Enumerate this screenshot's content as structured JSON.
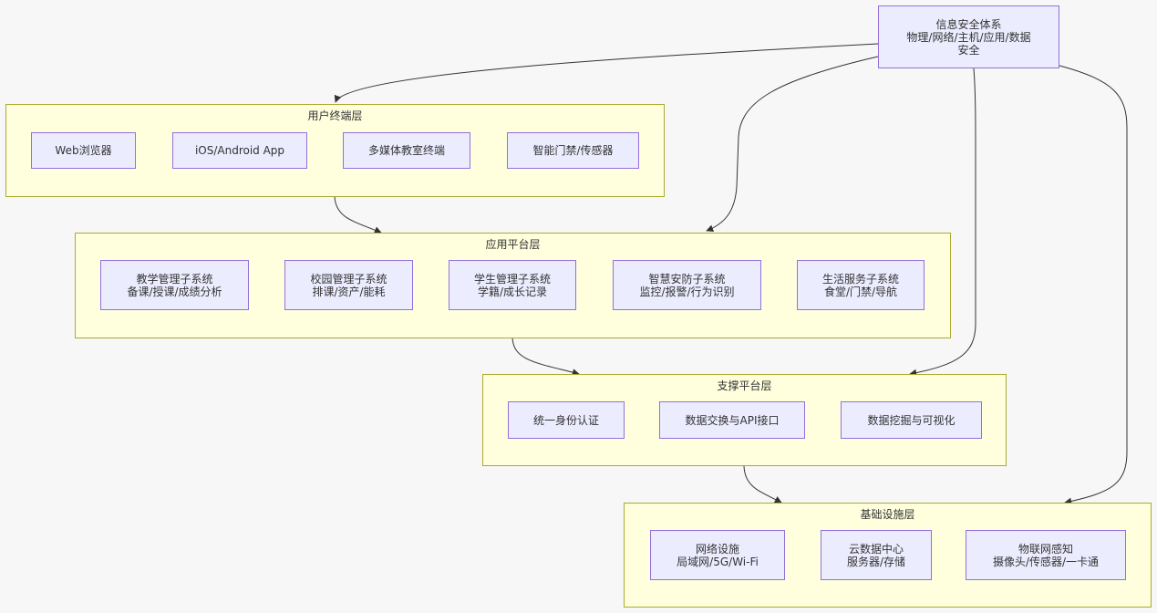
{
  "security": {
    "lines": [
      "信息安全体系",
      "物理/网络/主机/应用/数据",
      "安全"
    ]
  },
  "layers": {
    "user": {
      "title": "用户终端层",
      "nodes": [
        {
          "lines": [
            "Web浏览器"
          ]
        },
        {
          "lines": [
            "iOS/Android App"
          ]
        },
        {
          "lines": [
            "多媒体教室终端"
          ]
        },
        {
          "lines": [
            "智能门禁/传感器"
          ]
        }
      ]
    },
    "app": {
      "title": "应用平台层",
      "nodes": [
        {
          "lines": [
            "教学管理子系统",
            "备课/授课/成绩分析"
          ]
        },
        {
          "lines": [
            "校园管理子系统",
            "排课/资产/能耗"
          ]
        },
        {
          "lines": [
            "学生管理子系统",
            "学籍/成长记录"
          ]
        },
        {
          "lines": [
            "智慧安防子系统",
            "监控/报警/行为识别"
          ]
        },
        {
          "lines": [
            "生活服务子系统",
            "食堂/门禁/导航"
          ]
        }
      ]
    },
    "support": {
      "title": "支撑平台层",
      "nodes": [
        {
          "lines": [
            "统一身份认证"
          ]
        },
        {
          "lines": [
            "数据交换与API接口"
          ]
        },
        {
          "lines": [
            "数据挖掘与可视化"
          ]
        }
      ]
    },
    "infra": {
      "title": "基础设施层",
      "nodes": [
        {
          "lines": [
            "网络设施",
            "局域网/5G/Wi-Fi"
          ]
        },
        {
          "lines": [
            "云数据中心",
            "服务器/存储"
          ]
        },
        {
          "lines": [
            "物联网感知",
            "摄像头/传感器/一卡通"
          ]
        }
      ]
    }
  },
  "edges": [
    {
      "from": "用户终端层",
      "to": "应用平台层"
    },
    {
      "from": "应用平台层",
      "to": "支撑平台层"
    },
    {
      "from": "支撑平台层",
      "to": "基础设施层"
    },
    {
      "from": "信息安全体系",
      "to": "用户终端层"
    },
    {
      "from": "信息安全体系",
      "to": "应用平台层"
    },
    {
      "from": "信息安全体系",
      "to": "支撑平台层"
    },
    {
      "from": "信息安全体系",
      "to": "基础设施层"
    }
  ],
  "colors": {
    "cluster_fill": "#ffffde",
    "cluster_border": "#aaaa33",
    "node_fill": "#ececff",
    "node_border": "#9370db",
    "edge": "#333333"
  }
}
